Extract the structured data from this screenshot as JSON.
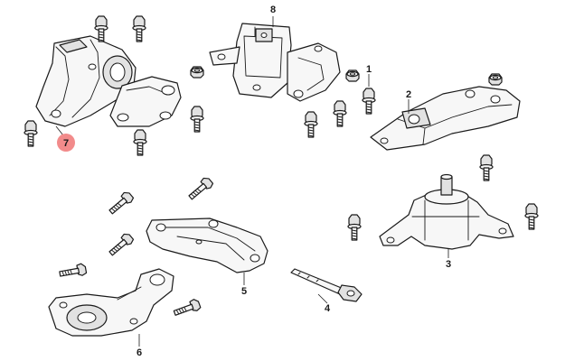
{
  "diagram": {
    "callouts": [
      {
        "id": "1",
        "label": "1"
      },
      {
        "id": "2",
        "label": "2"
      },
      {
        "id": "3",
        "label": "3"
      },
      {
        "id": "4",
        "label": "4"
      },
      {
        "id": "5",
        "label": "5"
      },
      {
        "id": "6",
        "label": "6"
      },
      {
        "id": "7",
        "label": "7",
        "highlighted": true
      },
      {
        "id": "8",
        "label": "8"
      }
    ],
    "highlight_color": "#f28b8b",
    "line_color": "#1a1a1a",
    "fill_color": "#f7f7f7"
  }
}
